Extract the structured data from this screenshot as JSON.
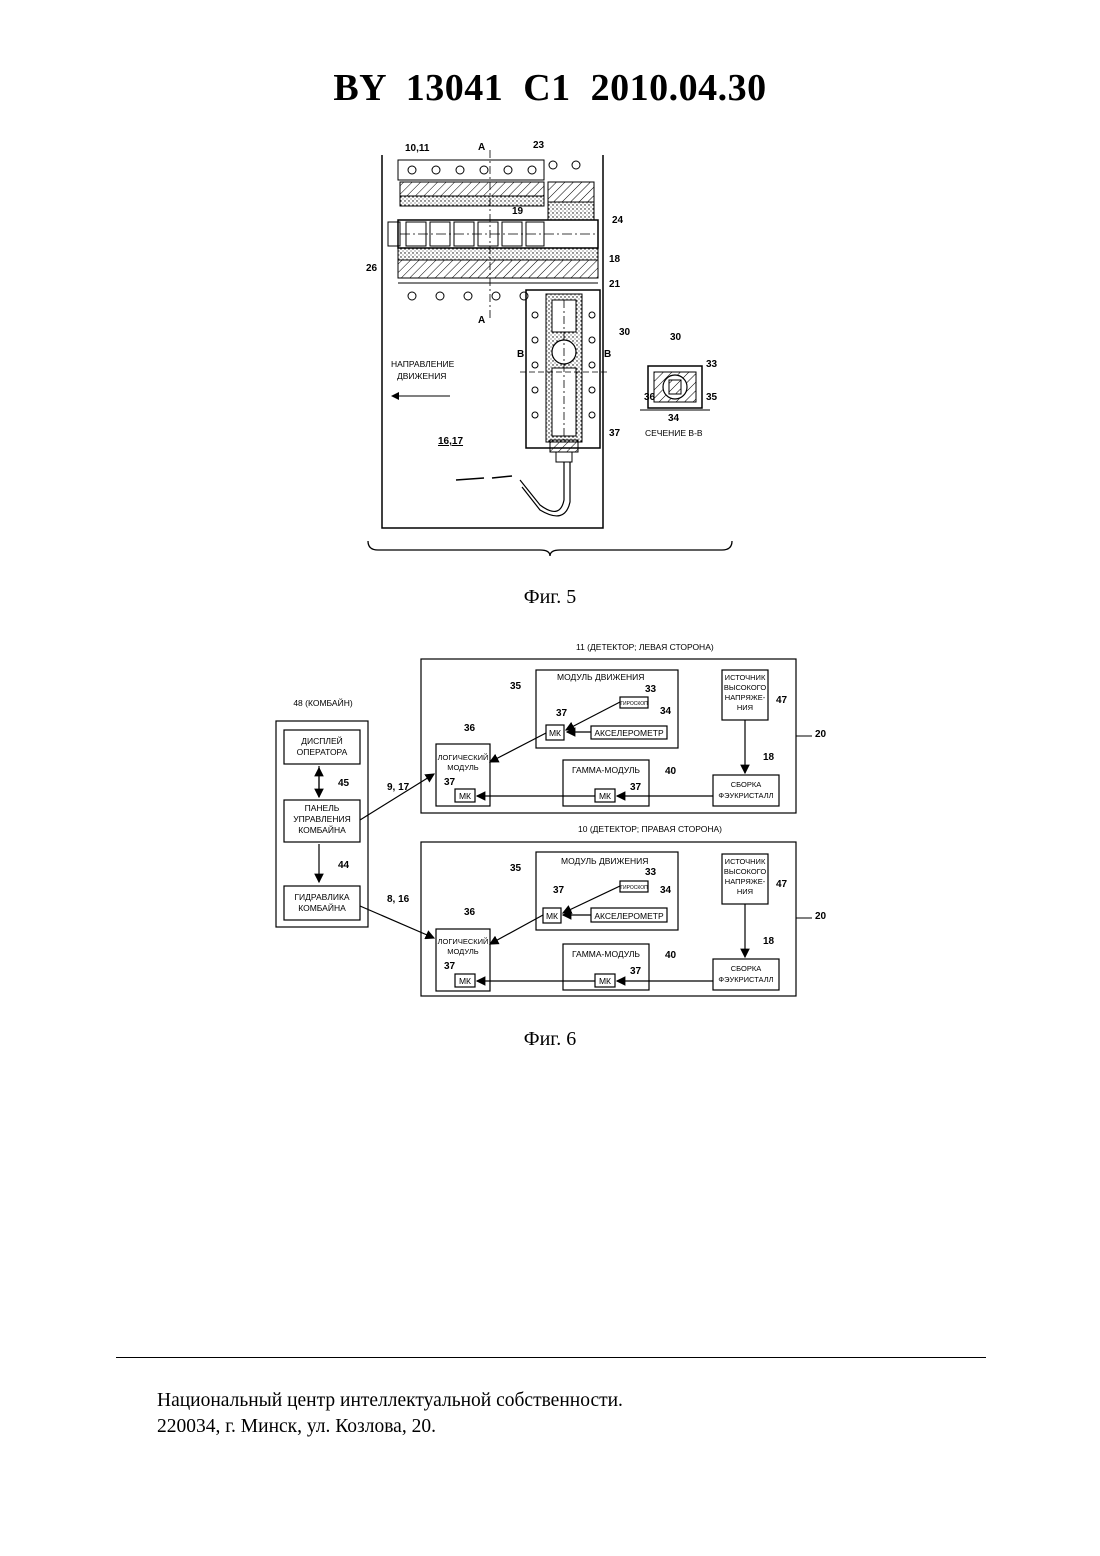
{
  "header": {
    "title": "BY  13041  C1  2010.04.30"
  },
  "fig5": {
    "caption": "Фиг. 5",
    "direction_label": [
      "НАПРАВЛЕНИЕ",
      "ДВИЖЕНИЯ"
    ],
    "section_label": "СЕЧЕНИЕ B-B",
    "section_marks": {
      "a": "A",
      "b": "B"
    },
    "refs": {
      "r1011": "10,11",
      "r23": "23",
      "r19": "19",
      "r24": "24",
      "r26": "26",
      "r18": "18",
      "r21": "21",
      "r30": "30",
      "r37": "37",
      "r1617": "16,17",
      "s30": "30",
      "s33": "33",
      "s36": "36",
      "s35": "35",
      "s34": "34"
    }
  },
  "fig6": {
    "caption": "Фиг. 6",
    "combine": {
      "title": "48 (КОМБАЙН)",
      "display": [
        "ДИСПЛЕЙ",
        "ОПЕРАТОРА"
      ],
      "panel": [
        "ПАНЕЛЬ",
        "УПРАВЛЕНИЯ",
        "КОМБАЙНА"
      ],
      "hydraulics": [
        "ГИДРАВЛИКА",
        "КОМБАЙНА"
      ],
      "ref45": "45",
      "ref44": "44"
    },
    "detector_left": {
      "title": "11 (ДЕТЕКТОР; ЛЕВАЯ СТОРОНА)",
      "link": "9, 17"
    },
    "detector_right": {
      "title": "10 (ДЕТЕКТОР; ПРАВАЯ СТОРОНА)",
      "link": "8, 16"
    },
    "common": {
      "motion_module": "МОДУЛЬ ДВИЖЕНИЯ",
      "gyro": "ГИРОСКОП",
      "accel": "АКСЕЛЕРОМЕТР",
      "logic": [
        "ЛОГИЧЕСКИЙ",
        "МОДУЛЬ"
      ],
      "mk": "МК",
      "gamma": "ГАММА-МОДУЛЬ",
      "hv": [
        "ИСТОЧНИК",
        "ВЫСОКОГО",
        "НАПРЯЖЕ-",
        "НИЯ"
      ],
      "assembly": [
        "СБОРКА",
        "ФЭУКРИСТАЛЛ"
      ],
      "r35": "35",
      "r33": "33",
      "r37": "37",
      "r34": "34",
      "r36": "36",
      "r40": "40",
      "r47": "47",
      "r18": "18",
      "r20": "20"
    }
  },
  "footer": {
    "line1": "Национальный центр интеллектуальной собственности.",
    "line2": "220034, г. Минск, ул. Козлова, 20."
  }
}
